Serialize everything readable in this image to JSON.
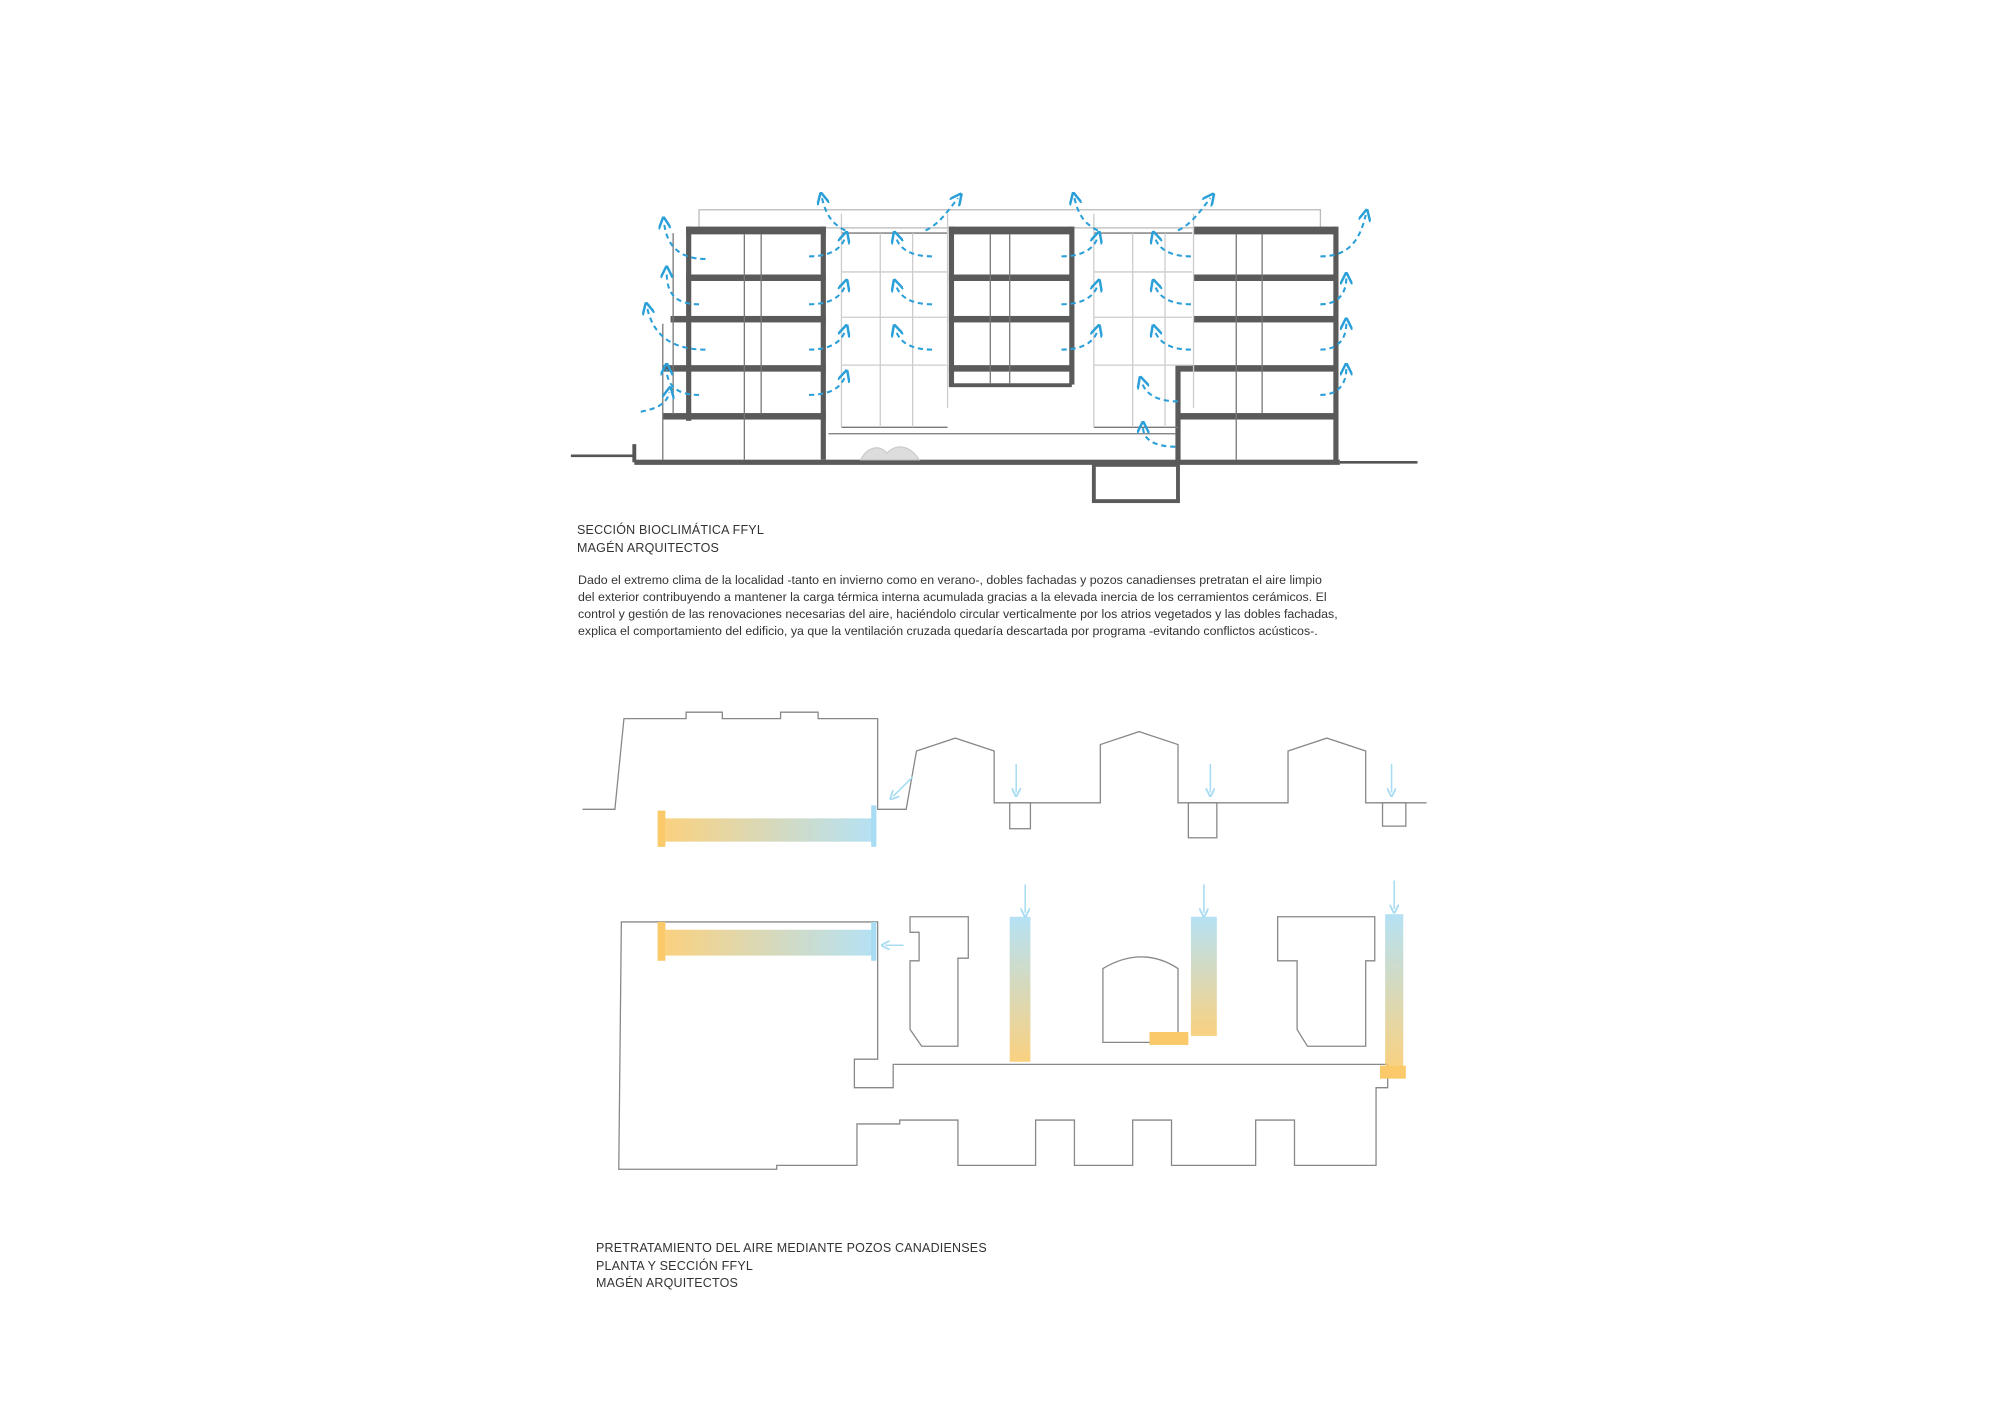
{
  "section": {
    "caption_title": "SECCIÓN BIOCLIMÁTICA FFYL",
    "caption_author": "MAGÉN ARQUITECTOS",
    "description_lines": [
      "Dado el extremo clima de la localidad -tanto en invierno como en verano-, dobles fachadas y pozos canadienses pretratan el aire limpio",
      "del exterior contribuyendo a mantener la carga térmica interna acumulada gracias a la elevada inercia de los cerramientos cerámicos. El",
      "control y gestión de las renovaciones necesarias del aire, haciéndolo circular verticalmente por los atrios vegetados y las dobles fachadas,",
      "explica el comportamiento del edificio, ya que la ventilación cruzada quedaría descartada por programa  -evitando conflictos acústicos-."
    ]
  },
  "pozos": {
    "caption_line1": "PRETRATAMIENTO DEL AIRE MEDIANTE POZOS CANADIENSES",
    "caption_line2": "PLANTA Y SECCIÓN FFYL",
    "caption_line3": "MAGÉN ARQUITECTOS"
  },
  "colors": {
    "airflow": "#2a9fd8",
    "warm": "#f9c96a",
    "cool": "#a8dcf2",
    "structure": "#5a5a5a"
  }
}
